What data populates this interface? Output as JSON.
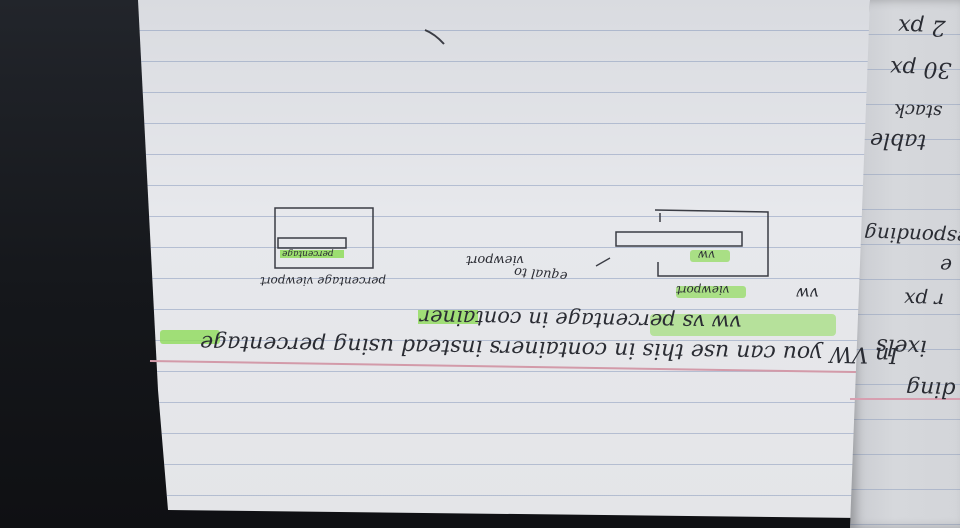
{
  "notes": {
    "line1": "In VW you can use this in containers instead using percentage",
    "line2": "vw vs percentage in container",
    "label_vw": "vw",
    "label_viewport": "viewport",
    "label_equal_to": "equal to",
    "label_viewport2": "viewport",
    "label_vw_box": "vw",
    "label_percentage_box": "percentage",
    "label_percentage_viewport": "percentage viewport"
  },
  "side_notes": {
    "item1": "2 px",
    "item2": "30 px",
    "item3": "stack",
    "item4": "table",
    "item5": "responding",
    "item6": "e",
    "item7": "r px",
    "item8": "ixels",
    "item9": "ding"
  },
  "colors": {
    "highlighter": "#8edc5a",
    "ink": "#2a2c33",
    "margin_line": "#d39aa9"
  }
}
